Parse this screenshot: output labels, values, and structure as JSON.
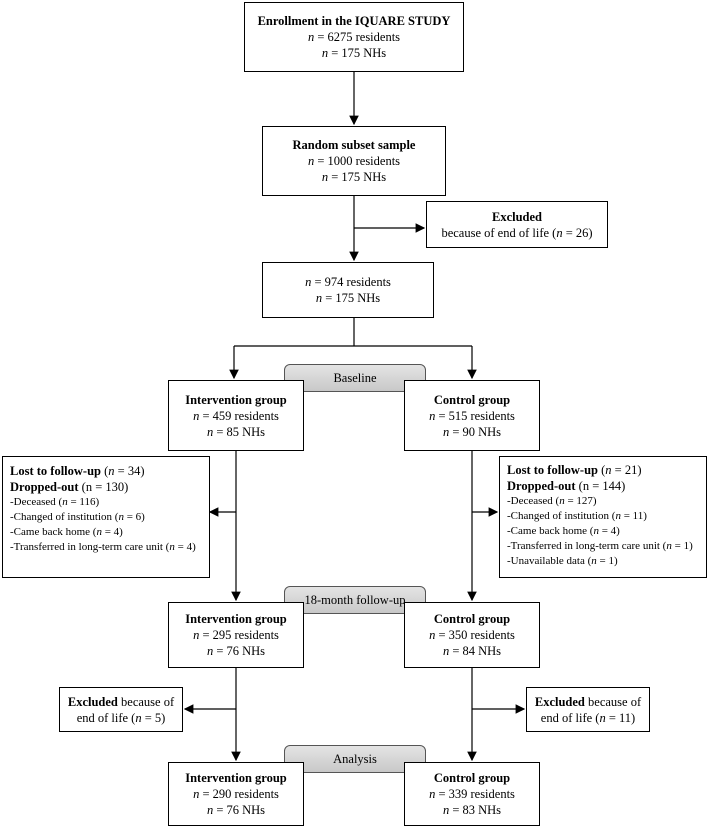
{
  "enrollment": {
    "title": "Enrollment in the IQUARE STUDY",
    "line1": "= 6275 residents",
    "line2": "= 175 NHs"
  },
  "random_subset": {
    "title": "Random subset sample",
    "line1": "= 1000 residents",
    "line2": "= 175 NHs"
  },
  "excluded_1": {
    "title": "Excluded",
    "text": "because of end of life (",
    "n_val": "= 26)"
  },
  "n974": {
    "line1": "= 974 residents",
    "line2": "= 175 NHs"
  },
  "stages": {
    "baseline": "Baseline",
    "followup": "18-month follow-up",
    "analysis": "Analysis"
  },
  "intervention_baseline": {
    "title": "Intervention group",
    "line1": "= 459 residents",
    "line2": "= 85 NHs"
  },
  "control_baseline": {
    "title": "Control group",
    "line1": "= 515 residents",
    "line2": "= 90 NHs"
  },
  "lost_left": {
    "lost_label": "Lost to follow-up",
    "lost_val": "= 34)",
    "dropped_label": "Dropped-out",
    "dropped_val": "(n = 130)",
    "items": [
      "-Deceased (",
      "-Changed of institution (",
      "-Came back home (",
      "-Transferred in long-term care unit ("
    ],
    "vals": [
      "= 116)",
      "= 6)",
      "= 4)",
      "= 4)"
    ]
  },
  "lost_right": {
    "lost_label": "Lost to follow-up",
    "lost_val": "= 21)",
    "dropped_label": "Dropped-out",
    "dropped_val": "(n = 144)",
    "items": [
      "-Deceased (",
      "-Changed of institution (",
      "-Came back home (",
      "-Transferred in long-term care unit (",
      "-Unavailable data ("
    ],
    "vals": [
      "= 127)",
      "= 11)",
      "= 4)",
      "= 1)",
      "= 1)"
    ]
  },
  "intervention_followup": {
    "title": "Intervention group",
    "line1": "= 295 residents",
    "line2": "= 76 NHs"
  },
  "control_followup": {
    "title": "Control group",
    "line1": "= 350 residents",
    "line2": "= 84 NHs"
  },
  "excluded_left": {
    "title": "Excluded",
    "text1": " because of",
    "text2": "end of life (",
    "n_val": "= 5)"
  },
  "excluded_right": {
    "title": "Excluded",
    "text1": " because of",
    "text2": "end of life (",
    "n_val": "= 11)"
  },
  "intervention_analysis": {
    "title": "Intervention group",
    "line1": "= 290 residents",
    "line2": "= 76 NHs"
  },
  "control_analysis": {
    "title": "Control group",
    "line1": "= 339 residents",
    "line2": "= 83 NHs"
  },
  "n_symbol": "n"
}
